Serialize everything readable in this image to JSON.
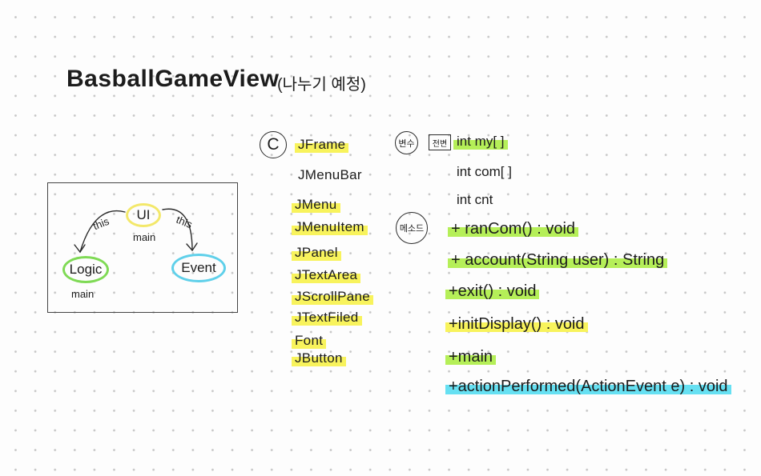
{
  "title": "BasballGameView",
  "title_note": "(나누기 예정)",
  "diagram": {
    "ui_label": "UI",
    "ui_sub": "main",
    "left_arrow_label": "this",
    "right_arrow_label": "this",
    "logic_label": "Logic",
    "logic_sub": "main",
    "event_label": "Event"
  },
  "classes": {
    "badge": "C",
    "items": [
      {
        "label": "JFrame",
        "highlight": "yellow"
      },
      {
        "label": "JMenuBar",
        "highlight": null
      },
      {
        "label": "JMenu",
        "highlight": "yellow"
      },
      {
        "label": "JMenuItem",
        "highlight": "yellow"
      },
      {
        "label": "JPanel",
        "highlight": "yellow"
      },
      {
        "label": "JTextArea",
        "highlight": "yellow"
      },
      {
        "label": "JScrollPane",
        "highlight": "yellow"
      },
      {
        "label": "JTextFiled",
        "highlight": "yellow"
      },
      {
        "label": "Font",
        "highlight": "yellow"
      },
      {
        "label": "JButton",
        "highlight": "yellow"
      }
    ]
  },
  "variables": {
    "badge": "변수",
    "scope": "전변",
    "items": [
      {
        "label": "int my[ ]",
        "highlight": "green"
      },
      {
        "label": "int com[ ]",
        "highlight": null
      },
      {
        "label": "int cnt",
        "highlight": null
      }
    ]
  },
  "methods": {
    "badge": "메소드",
    "items": [
      {
        "label": "+ ranCom() : void",
        "highlight": "green"
      },
      {
        "label": "+ account(String user) : String",
        "highlight": "green"
      },
      {
        "label": "+exit() : void",
        "highlight": "green"
      },
      {
        "label": "+initDisplay() : void",
        "highlight": "yellow"
      },
      {
        "label": "+main",
        "highlight": "green"
      },
      {
        "label": "+actionPerformed(ActionEvent e) : void",
        "highlight": "cyan"
      }
    ]
  },
  "colors": {
    "yellow": "#f8f35c",
    "green": "#b5ef58",
    "cyan": "#66e0f2",
    "ring_ui": "#f3e86a",
    "ring_logic": "#7fda55",
    "ring_event": "#5fd0ea",
    "ink": "#1c1c1c"
  }
}
